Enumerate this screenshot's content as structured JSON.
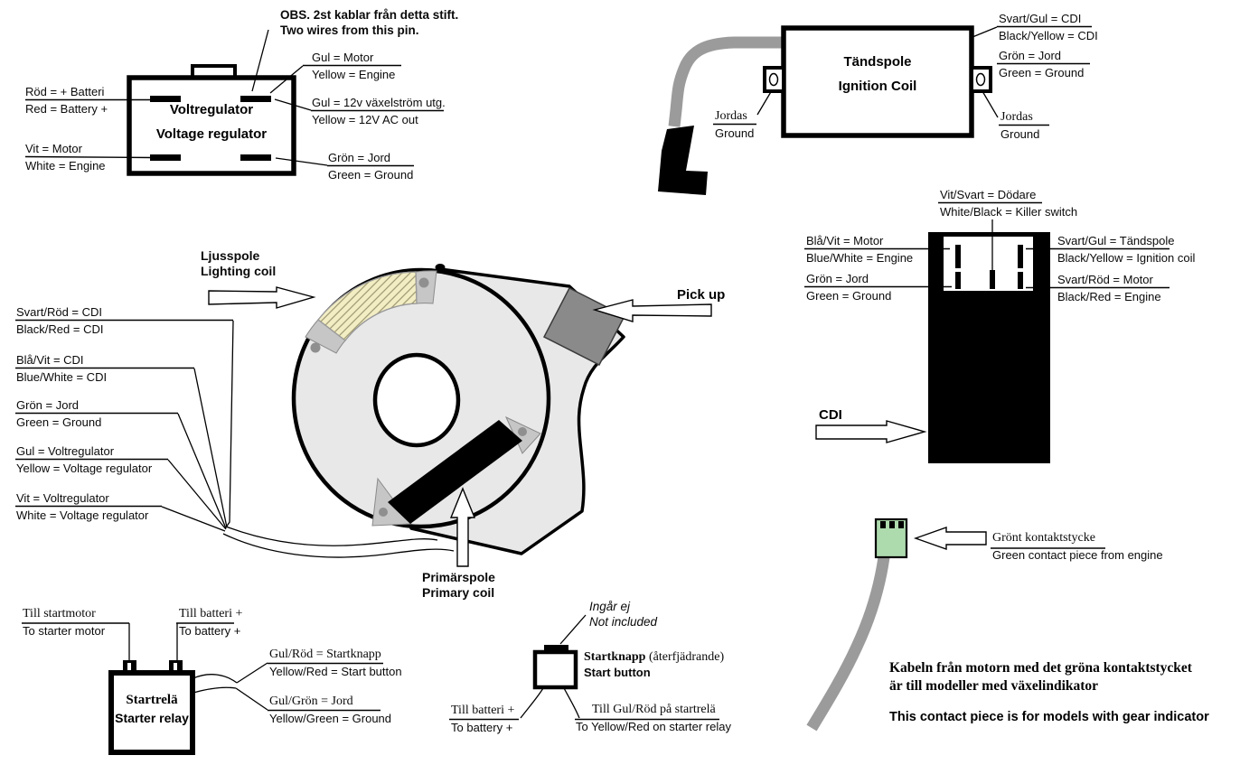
{
  "colors": {
    "ink": "#000000",
    "case_gray": "#e8e8e8",
    "flywheel_gray": "#e8e8e8",
    "pickup_gray": "#8a8a8a",
    "mount_gray": "#c6c6c6",
    "screw_gray": "#8f8f8f",
    "coil_yellow": "#f2edc3",
    "hatch_line": "#a29c76",
    "cable_gray": "#9b9b9b",
    "connector_green": "#aedbae"
  },
  "voltage_regulator": {
    "title_sv": "Voltregulator",
    "title_en": "Voltage regulator",
    "note": {
      "sv": "OBS. 2st kablar från detta stift.",
      "en": "Two wires from this pin."
    },
    "labels": {
      "rod": {
        "sv": "Röd = + Batteri",
        "en": "Red = Battery +"
      },
      "vit": {
        "sv": "Vit = Motor",
        "en": "White = Engine"
      },
      "gul_motor": {
        "sv": "Gul = Motor",
        "en": "Yellow = Engine"
      },
      "gul_ac": {
        "sv": "Gul = 12v växelström utg.",
        "en": "Yellow = 12V AC out"
      },
      "gron": {
        "sv": "Grön = Jord",
        "en": "Green = Ground"
      }
    }
  },
  "ignition_coil": {
    "title_sv": "Tändspole",
    "title_en": "Ignition Coil",
    "labels": {
      "svart_gul": {
        "sv": "Svart/Gul = CDI",
        "en": "Black/Yellow = CDI"
      },
      "gron": {
        "sv": "Grön = Jord",
        "en": "Green = Ground"
      },
      "jordas_left": {
        "sv": "Jordas",
        "en": "Ground"
      },
      "jordas_right": {
        "sv": "Jordas",
        "en": "Ground"
      }
    }
  },
  "cdi": {
    "name": "CDI",
    "labels": {
      "dodare": {
        "sv": "Vit/Svart = Dödare",
        "en": "White/Black = Killer switch"
      },
      "bla_vit": {
        "sv": "Blå/Vit = Motor",
        "en": "Blue/White = Engine"
      },
      "gron": {
        "sv": "Grön = Jord",
        "en": "Green = Ground"
      },
      "svart_gul": {
        "sv": "Svart/Gul = Tändspole",
        "en": "Black/Yellow = Ignition coil"
      },
      "svart_rod": {
        "sv": "Svart/Röd = Motor",
        "en": "Black/Red = Engine"
      }
    }
  },
  "stator": {
    "lighting_coil": {
      "sv": "Ljusspole",
      "en": "Lighting coil"
    },
    "pickup": "Pick up",
    "primary_coil": {
      "sv": "Primärspole",
      "en": "Primary coil"
    },
    "labels": {
      "svart_rod": {
        "sv": "Svart/Röd = CDI",
        "en": "Black/Red = CDI"
      },
      "bla_vit": {
        "sv": "Blå/Vit = CDI",
        "en": "Blue/White = CDI"
      },
      "gron": {
        "sv": "Grön = Jord",
        "en": "Green = Ground"
      },
      "gul": {
        "sv": "Gul = Voltregulator",
        "en": "Yellow = Voltage regulator"
      },
      "vit": {
        "sv": "Vit = Voltregulator",
        "en": "White = Voltage regulator"
      }
    }
  },
  "starter_relay": {
    "title_sv": "Startrelä",
    "title_en": "Starter relay",
    "labels": {
      "startmotor": {
        "sv": "Till startmotor",
        "en": "To starter motor"
      },
      "batteri": {
        "sv": "Till batteri +",
        "en": "To battery +"
      },
      "gul_rod": {
        "sv": "Gul/Röd = Startknapp",
        "en": "Yellow/Red = Start button"
      },
      "gul_gron": {
        "sv": "Gul/Grön = Jord",
        "en": "Yellow/Green = Ground"
      }
    }
  },
  "start_button": {
    "not_included": {
      "sv": "Ingår ej",
      "en": "Not included"
    },
    "name_sv": "Startknapp",
    "name_sv_note": " (återfjädrande)",
    "name_en": "Start button",
    "labels": {
      "batteri": {
        "sv": "Till batteri +",
        "en": "To battery +"
      },
      "relay": {
        "sv": "Till Gul/Röd på startrelä",
        "en": "To Yellow/Red on starter relay"
      }
    }
  },
  "gear_connector": {
    "contact": {
      "sv": "Grönt kontaktstycke",
      "en": "Green contact piece from engine"
    },
    "note_sv_line1": "Kabeln från motorn med det gröna kontaktstycket",
    "note_sv_line2": "är till modeller med växelindikator",
    "note_en": "This contact piece is for models with gear indicator"
  }
}
